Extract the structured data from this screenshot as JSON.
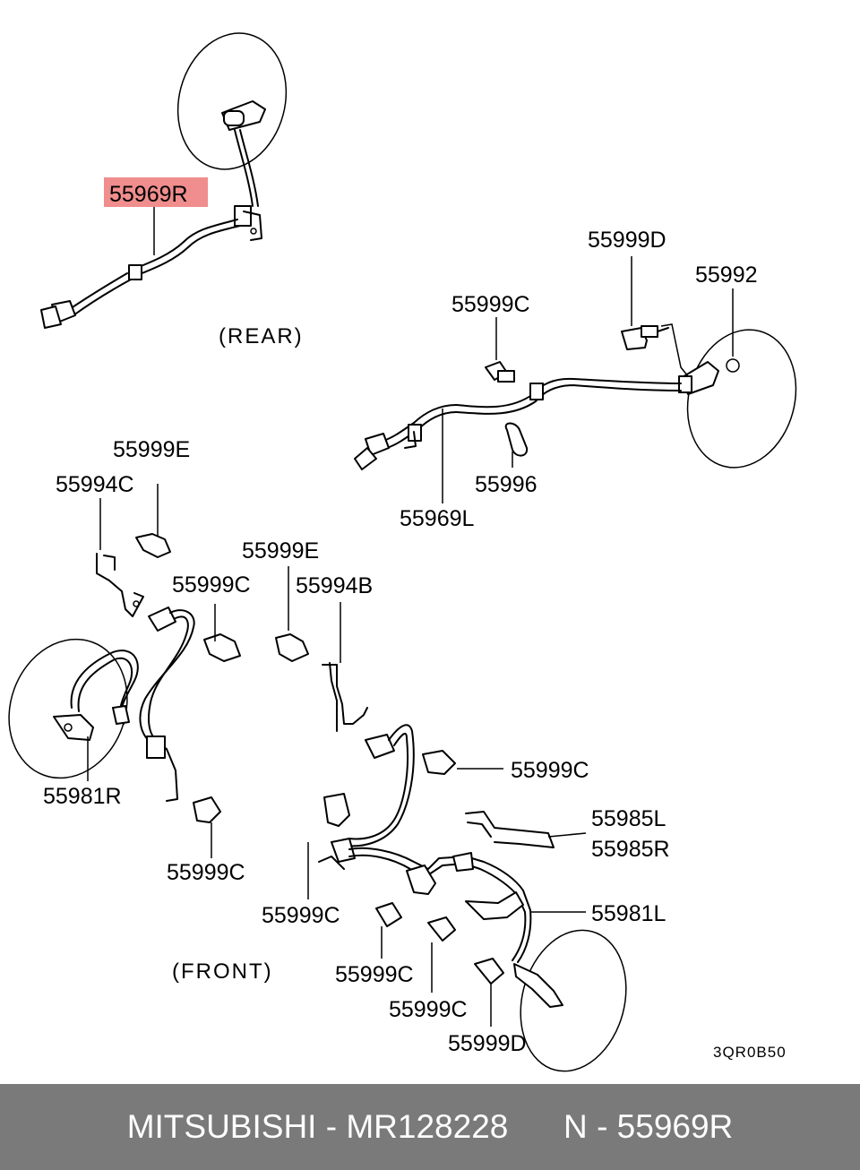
{
  "diagram": {
    "notes": {
      "rear": "(REAR)",
      "front": "(FRONT)",
      "code": "3QR0B50"
    },
    "labels": {
      "p55969R": "55969R",
      "p55999D_top": "55999D",
      "p55992": "55992",
      "p55999C_top": "55999C",
      "p55996": "55996",
      "p55969L": "55969L",
      "p55999E_left": "55999E",
      "p55994C": "55994C",
      "p55999C_mid_left": "55999C",
      "p55999E_mid": "55999E",
      "p55994B": "55994B",
      "p55981R": "55981R",
      "p55999C_right": "55999C",
      "p55999C_bottom_left": "55999C",
      "p55985L": "55985L",
      "p55985R": "55985R",
      "p55999C_center": "55999C",
      "p55981L": "55981L",
      "p55999C_low1": "55999C",
      "p55999C_low2": "55999C",
      "p55999D_bottom": "55999D"
    },
    "highlight_color": "#f08d8d"
  },
  "footer": {
    "brand": "MITSUBISHI",
    "sep1": "-",
    "part_number": "MR128228",
    "n_label": "N",
    "sep2": "-",
    "ref": "55969R"
  }
}
